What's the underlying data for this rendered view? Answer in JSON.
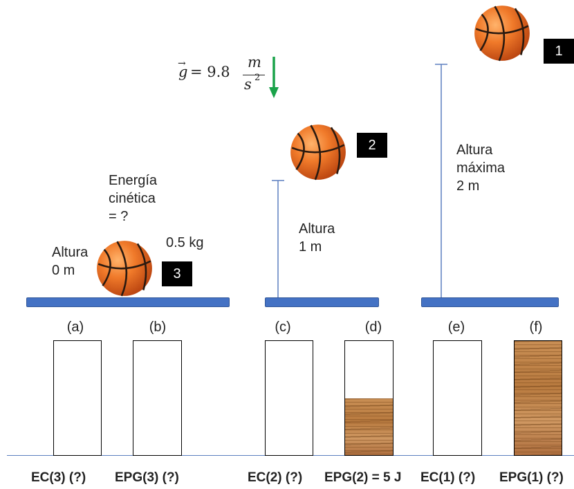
{
  "gravity": {
    "symbol": "g",
    "equals": "= 9.8",
    "num": "m",
    "den": "s",
    "exp": "2",
    "arrow_color": "#1aa34a"
  },
  "badges": [
    "1",
    "2",
    "3"
  ],
  "state3": {
    "height_label_1": "Altura",
    "height_label_2": "0 m",
    "ke_1": "Energía",
    "ke_2": "cinética",
    "ke_3": "= ?",
    "mass": "0.5 kg"
  },
  "state2": {
    "height_label_1": "Altura",
    "height_label_2": "1 m"
  },
  "state1": {
    "height_label_1": "Altura",
    "height_label_2": "máxima",
    "height_label_3": "2 m"
  },
  "bars": [
    {
      "letter": "(a)",
      "caption": "EC(3)  (?)",
      "fill": 0
    },
    {
      "letter": "(b)",
      "caption": "EPG(3) (?)",
      "fill": 0
    },
    {
      "letter": "(c)",
      "caption": "EC(2)  (?)",
      "fill": 0
    },
    {
      "letter": "(d)",
      "caption": "EPG(2) = 5 J",
      "fill": 0.5
    },
    {
      "letter": "(e)",
      "caption": "EC(1)  (?)",
      "fill": 0
    },
    {
      "letter": "(f)",
      "caption": "EPG(1)  (?)",
      "fill": 1.0
    }
  ],
  "colors": {
    "platform": "#4472c4",
    "ball": "#e8641c",
    "wood": "#c08040"
  }
}
